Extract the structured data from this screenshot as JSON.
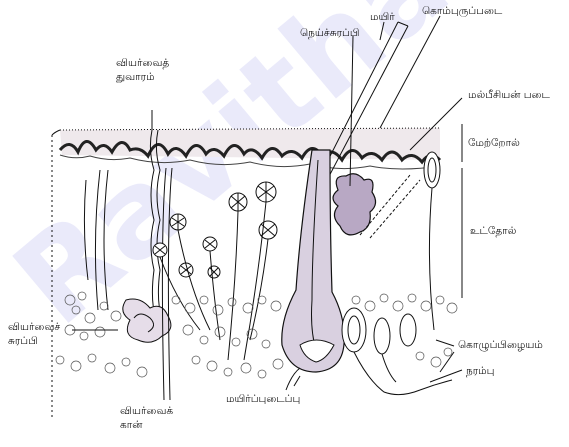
{
  "labels": {
    "sweat_pore_1": "வியர்வைத்",
    "sweat_pore_2": "துவாரம்",
    "sebaceous_gland": "நெய்ச்சுரப்பி",
    "hair": "மயிர்",
    "horny_layer": "கொம்புருப்படை",
    "malpighian_layer": "மல்பீசியன் படை",
    "epidermis": "மேற்றோல்",
    "dermis": "உட்தோல்",
    "sweat_gland_1": "வியர்வைச்",
    "sweat_gland_2": "சுரப்பி",
    "fat_tissue": "கொழுப்பிழையம்",
    "nerve": "நரம்பு",
    "hair_follicle": "மயிர்ப்புடைப்பு",
    "sweat_duct_1": "வியர்வைக்",
    "sweat_duct_2": "கான்"
  },
  "watermark": "Ravitha",
  "colors": {
    "ink": "#111111",
    "gland_fill": "#b8a8c4",
    "follicle_fill": "#d9d0e0",
    "watermark": "#3b3bd8"
  }
}
